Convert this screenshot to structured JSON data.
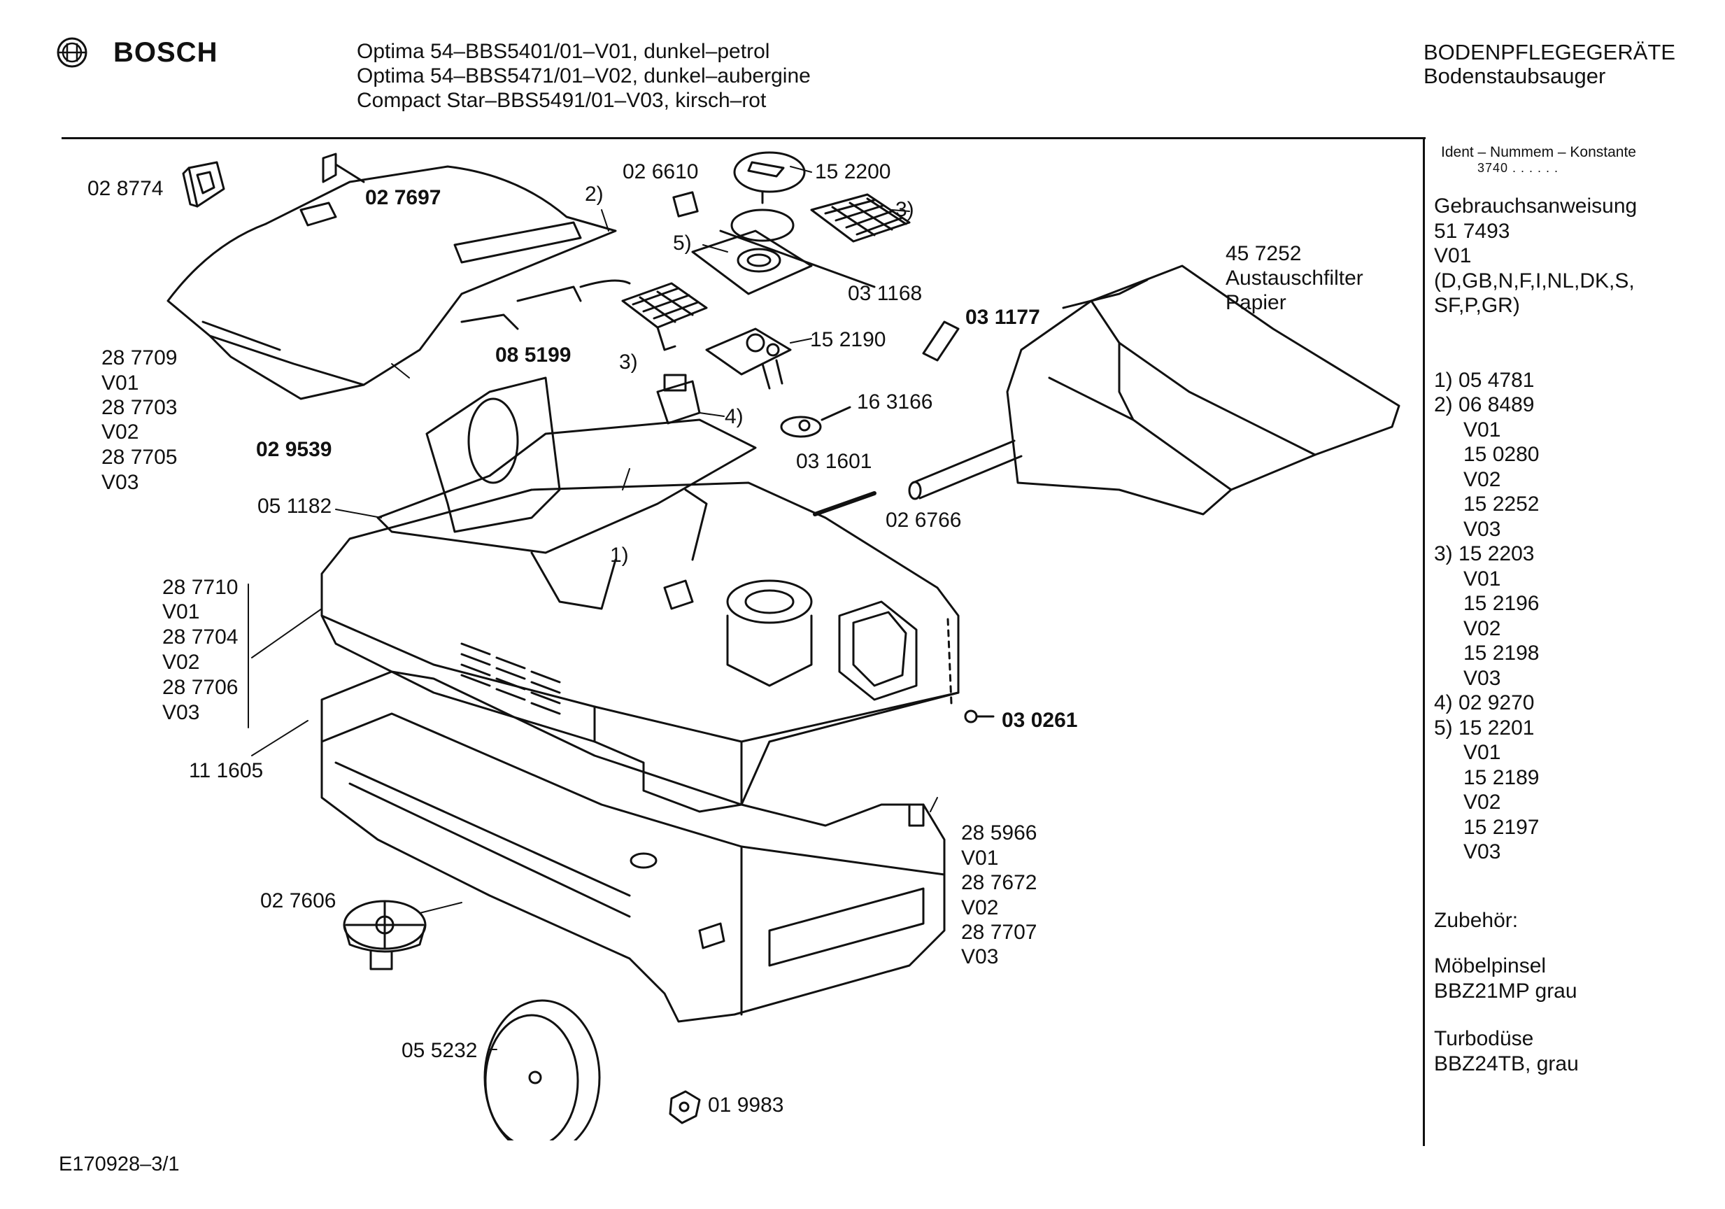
{
  "header": {
    "brand": "BOSCH",
    "models": [
      "Optima 54–BBS5401/01–V01, dunkel–petrol",
      "Optima 54–BBS5471/01–V02, dunkel–aubergine",
      "Compact Star–BBS5491/01–V03, kirsch–rot"
    ],
    "category": "BODENPFLEGEGERÄTE",
    "subcategory": "Bodenstaubsauger"
  },
  "side_panel": {
    "ident_label": "Ident – Nummem – Konstante",
    "ident_value": "3740 . .   . . . .",
    "manual": [
      "Gebrauchsanweisung",
      "51 7493",
      "V01",
      "(D,GB,N,F,I,NL,DK,S,",
      "SF,P,GR)"
    ],
    "parts": [
      "1) 05 4781",
      "2) 06 8489",
      "V01",
      "15 0280",
      "V02",
      "15 2252",
      "V03",
      "3) 15 2203",
      "V01",
      "15 2196",
      "V02",
      "15 2198",
      "V03",
      "4) 02 9270",
      "5) 15 2201",
      "V01",
      "15 2189",
      "V02",
      "15 2197",
      "V03"
    ],
    "accessories_title": "Zubehör:",
    "accessories": [
      [
        "Möbelpinsel",
        "BBZ21MP grau"
      ],
      [
        "Turbodüse",
        "BBZ24TB, grau"
      ]
    ]
  },
  "labels": {
    "l_028774": "02 8774",
    "l_027697": "02 7697",
    "l_026610": "02 6610",
    "l_152200": "15 2200",
    "l_2a": "2)",
    "l_3a": "3)",
    "l_5a": "5)",
    "l_031168": "03 1168",
    "l_457252": "45 7252",
    "l_austausch": "Austauschfilter",
    "l_papier": "Papier",
    "l_031177": "03 1177",
    "l_152190": "15 2190",
    "l_3b": "3)",
    "l_085199": "08 5199",
    "l_287709": "28 7709",
    "l_v01a": "V01",
    "l_287703": "28 7703",
    "l_v02a": "V02",
    "l_287705": "28 7705",
    "l_v03a": "V03",
    "l_029539": "02 9539",
    "l_4a": "4)",
    "l_163166": "16 3166",
    "l_031601": "03 1601",
    "l_051182": "05 1182",
    "l_026766": "02 6766",
    "l_1a": "1)",
    "l_287710": "28 7710",
    "l_v01b": "V01",
    "l_287704": "28 7704",
    "l_v02b": "V02",
    "l_287706": "28 7706",
    "l_v03b": "V03",
    "l_111605": "11 1605",
    "l_030261": "03 0261",
    "l_285966": "28 5966",
    "l_v01c": "V01",
    "l_287672": "28 7672",
    "l_v02c": "V02",
    "l_287707": "28 7707",
    "l_v03c": "V03",
    "l_027606": "02 7606",
    "l_055232": "05 5232",
    "l_019983": "01 9983"
  },
  "footer": {
    "drawing_id": "E170928–3/1"
  }
}
